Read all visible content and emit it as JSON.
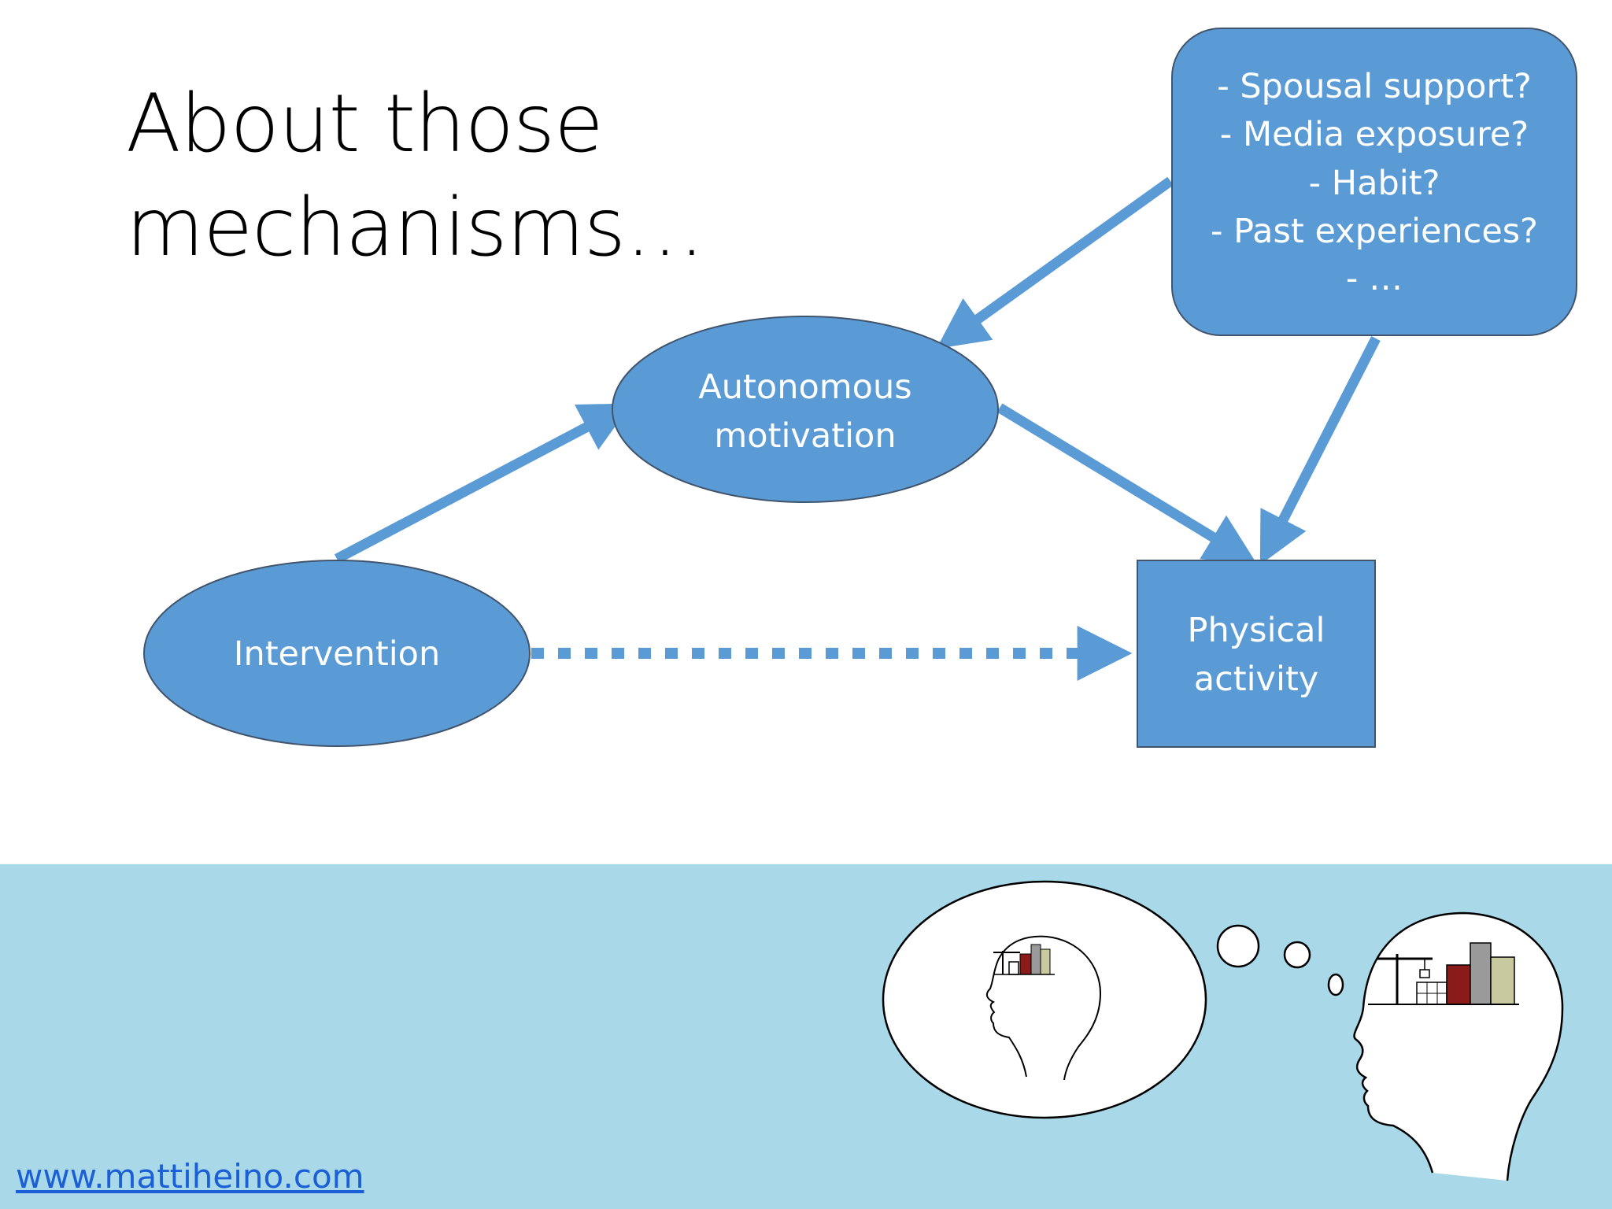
{
  "slide": {
    "title_line1": "About those",
    "title_line2": "mechanisms…"
  },
  "diagram": {
    "nodes": {
      "intervention": {
        "label": "Intervention"
      },
      "autonomous_motivation": {
        "line1": "Autonomous",
        "line2": "motivation"
      },
      "physical_activity": {
        "line1": "Physical",
        "line2": "activity"
      }
    },
    "confounders": [
      "- Spousal support?",
      "- Media exposure?",
      "- Habit?",
      "- Past experiences?",
      "- …"
    ]
  },
  "colors": {
    "node_fill": "#5b9bd5",
    "arrow": "#5b9bd5",
    "node_stroke": "#41546c",
    "footer_band": "#a9d8e9",
    "link": "#1a5fd6"
  },
  "footer": {
    "link_text": "www.mattiheino.com"
  }
}
